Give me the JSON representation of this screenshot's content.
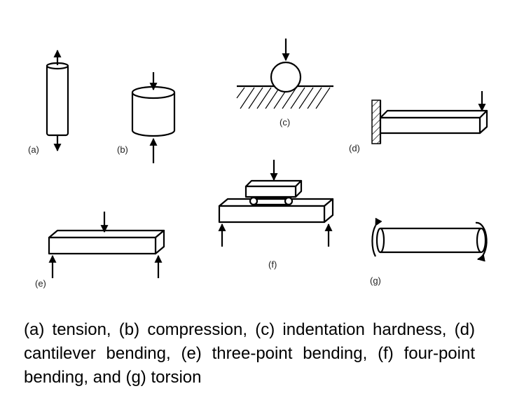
{
  "labels": {
    "a": "(a)",
    "b": "(b)",
    "c": "(c)",
    "d": "(d)",
    "e": "(e)",
    "f": "(f)",
    "g": "(g)"
  },
  "caption": "(a) tension, (b) compression, (c) indentation hardness, (d) cantilever bending, (e) three-point bending, (f) four-point bending, and (g) torsion"
}
